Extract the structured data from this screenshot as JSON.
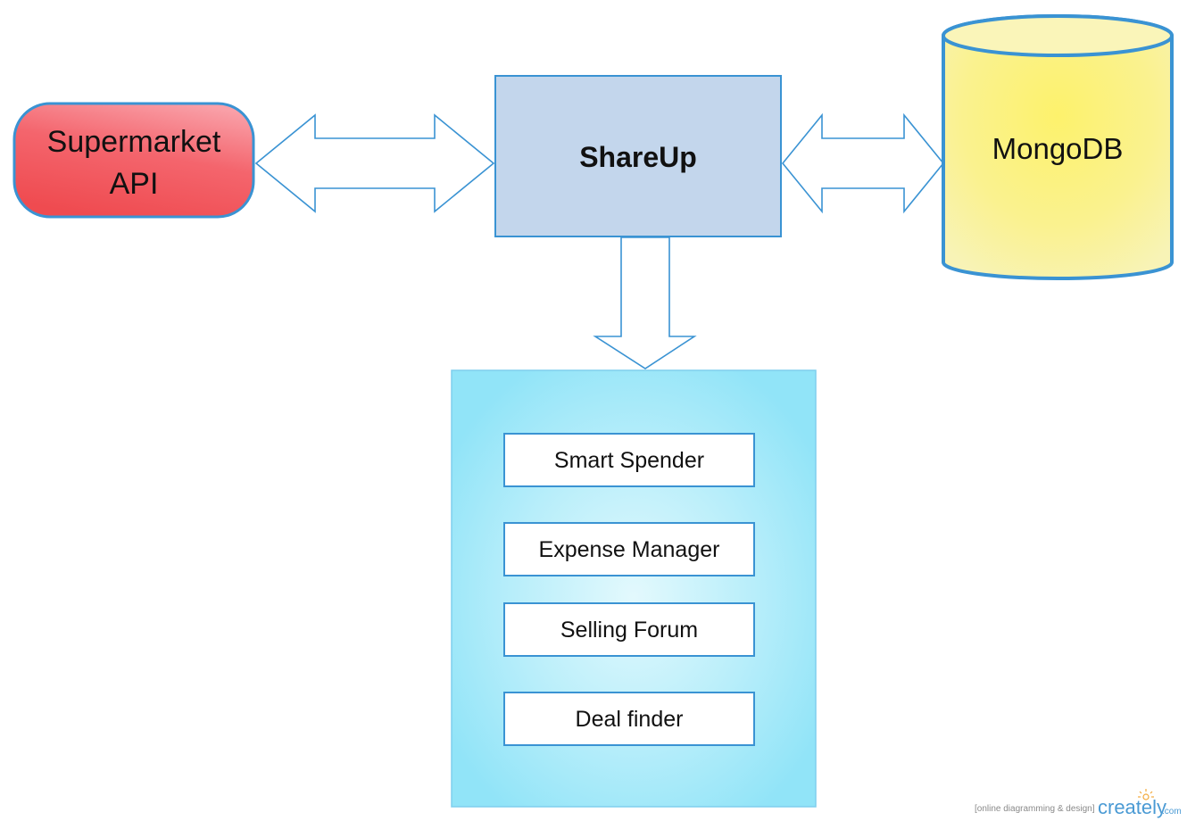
{
  "colors": {
    "stroke": "#3a93d3",
    "shareup_fill": "#c3d6ec",
    "api_fill_dark": "#ef4b50",
    "api_fill_light": "#f9a0a8",
    "db_fill_center": "#fdf26c",
    "db_fill_edge": "#f8f3b6",
    "panel_center": "#def7fc",
    "panel_edge": "#91e4f8",
    "watermark_blue": "#4a9ad4",
    "sun_orange": "#f2a93b"
  },
  "nodes": {
    "api": {
      "line1": "Supermarket",
      "line2": "API"
    },
    "shareup": {
      "label": "ShareUp"
    },
    "db": {
      "label": "MongoDB"
    }
  },
  "features": [
    "Smart Spender",
    "Expense Manager",
    "Selling Forum",
    "Deal finder"
  ],
  "watermark": {
    "tagline": "[online diagramming & design]",
    "logo": "creately",
    "domain": ".com"
  }
}
